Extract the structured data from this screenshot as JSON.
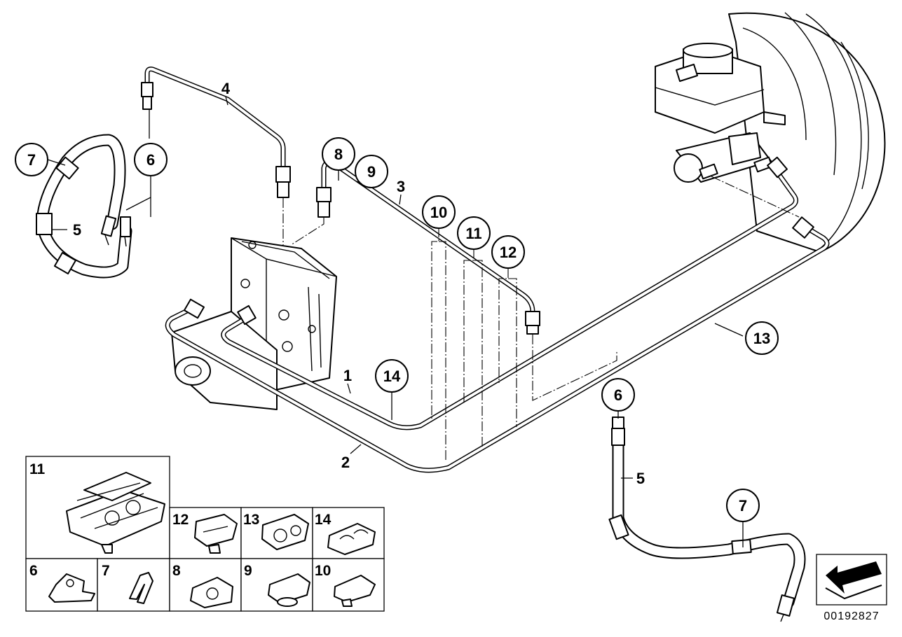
{
  "labels": {
    "n1": "1",
    "n2": "2",
    "n3": "3",
    "n4": "4",
    "n5_left": "5",
    "n5_right": "5",
    "n6_left": "6",
    "n6_right": "6",
    "n7_left": "7",
    "n7_right": "7",
    "n8": "8",
    "n9": "9",
    "n10": "10",
    "n11": "11",
    "n12": "12",
    "n13": "13",
    "n14": "14"
  },
  "legend_cells": {
    "c11": "11",
    "c12": "12",
    "c13": "13",
    "c14": "14",
    "c6": "6",
    "c7": "7",
    "c8": "8",
    "c9": "9",
    "c10": "10"
  },
  "reference_number": "00192827",
  "icons": {
    "orientation": "direction-arrow-icon"
  }
}
